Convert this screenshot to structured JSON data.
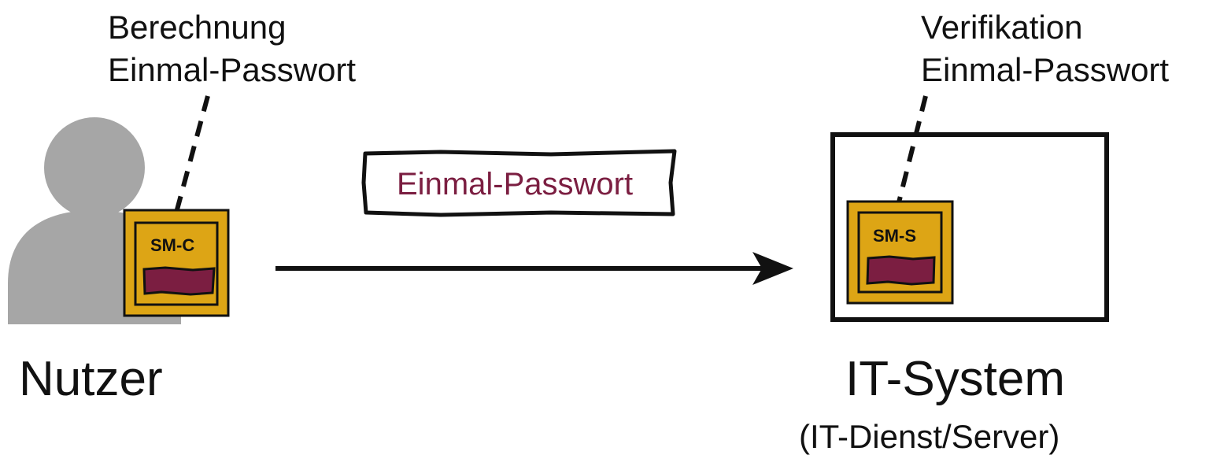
{
  "client": {
    "note_line1": "Berechnung",
    "note_line2": "Einmal-Passwort",
    "module_label": "SM-C",
    "name": "Nutzer"
  },
  "message": {
    "label": "Einmal-Passwort"
  },
  "server": {
    "note_line1": "Verifikation",
    "note_line2": "Einmal-Passwort",
    "module_label": "SM-S",
    "name": "IT-System",
    "subtitle": "(IT-Dienst/Server)"
  },
  "colors": {
    "module_fill": "#DDA515",
    "chip_fill": "#7B1E41",
    "person_fill": "#A6A6A6",
    "message_text": "#7B1E41",
    "stroke": "#111111"
  },
  "icons": {
    "user": "person-silhouette-icon"
  }
}
